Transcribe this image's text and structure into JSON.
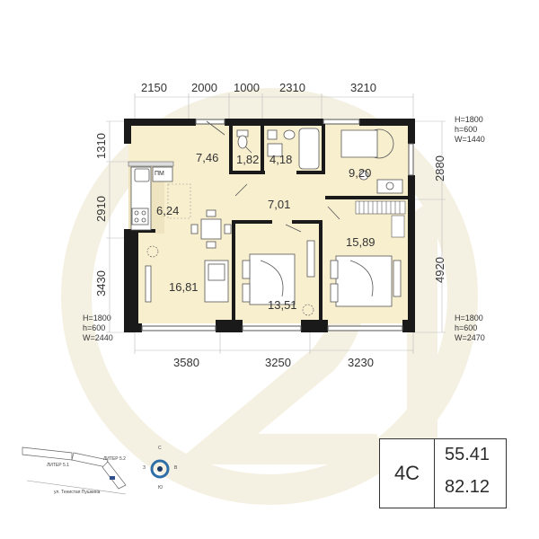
{
  "dimensions": {
    "top": [
      "2150",
      "2000",
      "1000",
      "2310",
      "3210"
    ],
    "bottom": [
      "3580",
      "3250",
      "3230"
    ],
    "left": [
      "1310",
      "2910",
      "3430"
    ],
    "right": [
      "2880",
      "4920"
    ]
  },
  "windows": {
    "top_right": [
      "H=1800",
      "h=600",
      "W=1440"
    ],
    "bottom_left": [
      "H=1800",
      "h=600",
      "W=2440"
    ],
    "bottom_right": [
      "H=1800",
      "h=600",
      "W=2470"
    ]
  },
  "rooms": {
    "hall": "7,46",
    "wc": "1,82",
    "bath": "4,18",
    "bedroom_top": "9,20",
    "kitchen": "6,24",
    "corridor": "7,01",
    "bedroom_right": "15,89",
    "living": "16,81",
    "bedroom_mid": "13,51"
  },
  "appliance_label": "ПМ",
  "apartment": {
    "code": "4С",
    "area_living": "55.41",
    "area_total": "82.12"
  },
  "site_plan": {
    "label_1": "ЛИТЕР 5.1",
    "label_2": "ЛИТЕР 5.2",
    "street": "ул. Тенистая Пушкина"
  },
  "compass": {
    "n": "С",
    "s": "Ю",
    "w": "З",
    "e": "В"
  },
  "colors": {
    "floor": "#f8efcf",
    "wall": "#1a1a1a",
    "watermark": "#f4f0e0"
  }
}
